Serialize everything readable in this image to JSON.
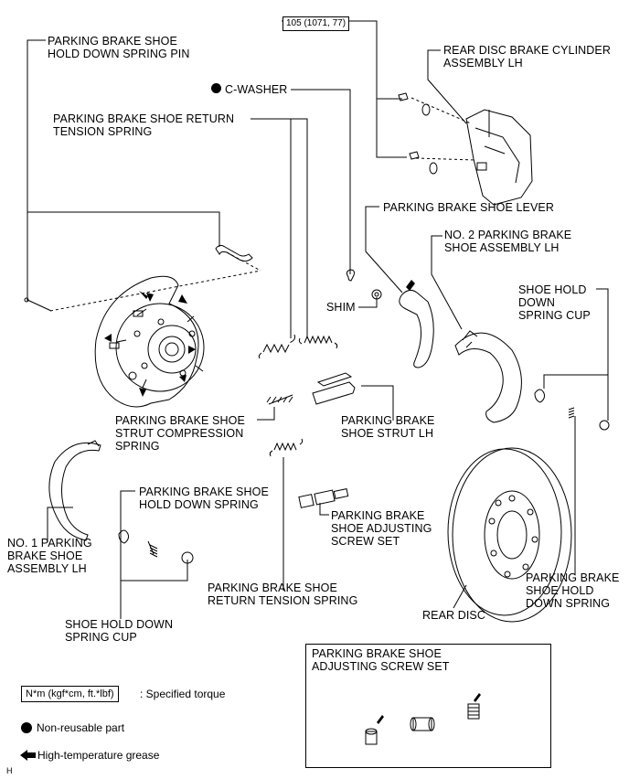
{
  "labels": {
    "hold_down_spring_pin": "PARKING BRAKE SHOE\nHOLD DOWN SPRING PIN",
    "torque_value": "105 (1071, 77)",
    "cylinder": "REAR DISC BRAKE CYLINDER\nASSEMBLY LH",
    "c_washer": "C-WASHER",
    "return_tension_spring_top": "PARKING BRAKE SHOE RETURN\nTENSION SPRING",
    "shoe_lever": "PARKING BRAKE SHOE LEVER",
    "no2_shoe": "NO. 2 PARKING BRAKE\nSHOE ASSEMBLY LH",
    "shim": "SHIM",
    "cup_right": "SHOE HOLD\nDOWN\nSPRING CUP",
    "strut_comp_spring": "PARKING BRAKE SHOE\nSTRUT COMPRESSION\nSPRING",
    "strut_lh": "PARKING BRAKE\nSHOE STRUT LH",
    "hold_down_spring_left": "PARKING BRAKE SHOE\nHOLD DOWN SPRING",
    "adjusting_screw_set": "PARKING BRAKE\nSHOE ADJUSTING\nSCREW SET",
    "no1_shoe": "NO. 1 PARKING\nBRAKE SHOE\nASSEMBLY LH",
    "return_tension_spring_bottom": "PARKING BRAKE SHOE\nRETURN TENSION SPRING",
    "rear_disc": "REAR DISC",
    "hold_down_spring_right": "PARKING BRAKE\nSHOE HOLD\nDOWN SPRING",
    "cup_left": "SHOE HOLD DOWN\nSPRING CUP",
    "inset_title": "PARKING BRAKE SHOE\nADJUSTING SCREW SET"
  },
  "legend": {
    "torque_unit": "N*m (kgf*cm, ft.*lbf)",
    "torque_desc": ": Specified torque",
    "non_reusable": "Non-reusable part",
    "grease": "High-temperature grease"
  },
  "corner_mark": "H"
}
